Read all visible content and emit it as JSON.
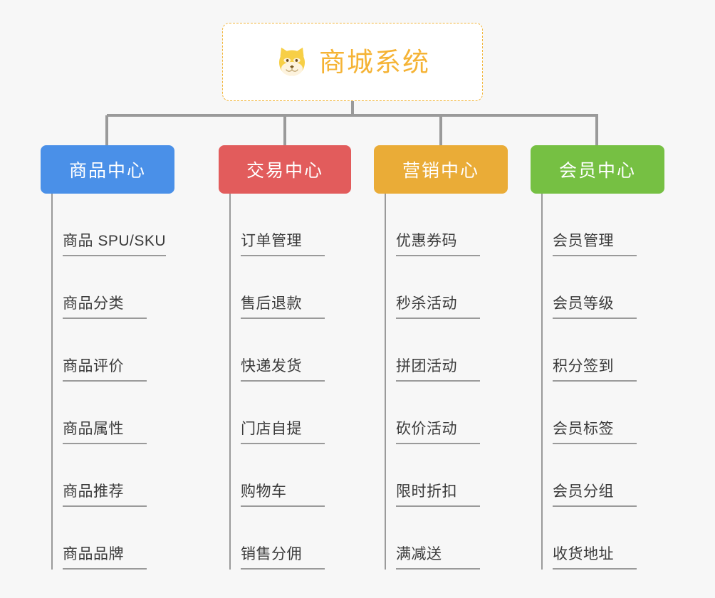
{
  "theme": {
    "background": "#f7f7f7",
    "root_border": "#f2b63c",
    "root_text": "#f5b335",
    "connector_line": "#9a9a9a",
    "sub_text": "#3b3b3b",
    "sub_underline": "#9a9a9a"
  },
  "root": {
    "title": "商城系统",
    "icon": "shiba-dog-icon",
    "icon_color": "#f7cf46"
  },
  "columns": [
    {
      "title": "商品中心",
      "color": "#4a90e8",
      "items": [
        "商品 SPU/SKU",
        "商品分类",
        "商品评价",
        "商品属性",
        "商品推荐",
        "商品品牌"
      ]
    },
    {
      "title": "交易中心",
      "color": "#e25c5c",
      "items": [
        "订单管理",
        "售后退款",
        "快递发货",
        "门店自提",
        "购物车",
        "销售分佣"
      ]
    },
    {
      "title": "营销中心",
      "color": "#eaac37",
      "items": [
        "优惠券码",
        "秒杀活动",
        "拼团活动",
        "砍价活动",
        "限时折扣",
        "满减送"
      ]
    },
    {
      "title": "会员中心",
      "color": "#76c043",
      "items": [
        "会员管理",
        "会员等级",
        "积分签到",
        "会员标签",
        "会员分组",
        "收货地址"
      ]
    }
  ]
}
